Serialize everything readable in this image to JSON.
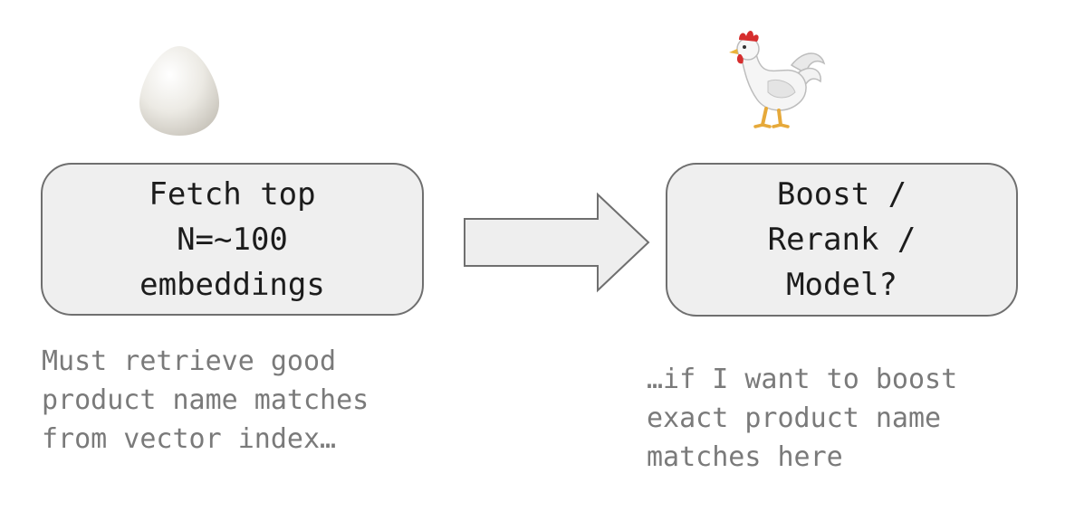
{
  "stage_1": {
    "icon": "egg-icon",
    "box_text": "Fetch top\nN=~100\nembeddings",
    "caption": "Must retrieve good\nproduct name matches\nfrom vector index…"
  },
  "connector": {
    "icon": "right-arrow-icon"
  },
  "stage_2": {
    "icon": "chicken-icon",
    "box_text": "Boost /\nRerank /\nModel?",
    "caption": "…if I want to boost\nexact product name\nmatches here"
  },
  "colors": {
    "box_fill": "#efefef",
    "box_border": "#6f6f6f",
    "box_text": "#1c1c1c",
    "caption_text": "#7a7a7a",
    "arrow_fill": "#eeeeee",
    "arrow_stroke": "#6f6f6f"
  }
}
